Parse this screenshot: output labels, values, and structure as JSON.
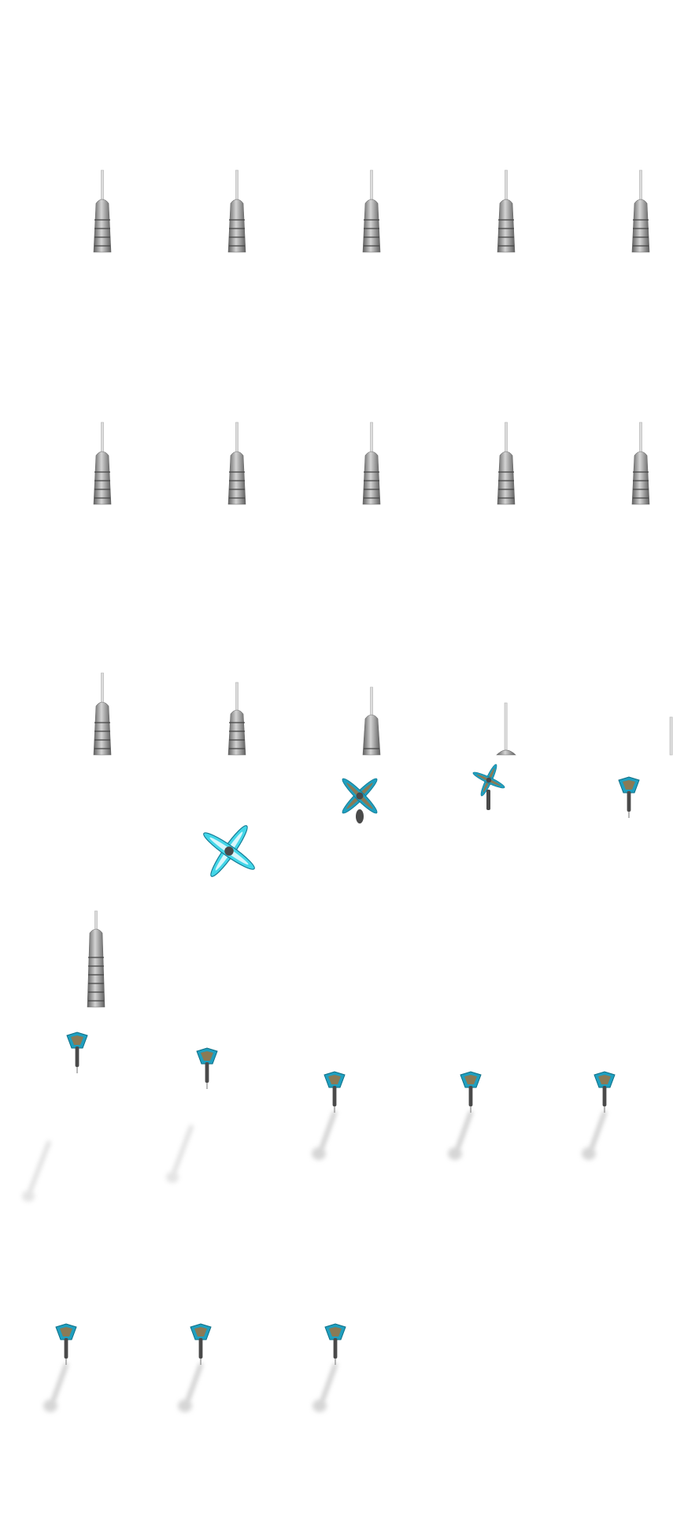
{
  "sheet": {
    "kind": "dart-sprite-sheet",
    "columns": 5,
    "rows": 6,
    "frame_count": 28
  },
  "colors": {
    "barrel_light": "#d4d4d4",
    "barrel_mid": "#9a9a9a",
    "barrel_dark": "#5e5e5e",
    "ring": "#444444",
    "needle": "#dcdcdc",
    "flight_edge": "#1f9fbf",
    "flight_edge_light": "#43d6e8",
    "flight_core": "#8a7a55",
    "shaft": "#4a4a4a",
    "shadow": "#cfcfcf"
  },
  "frames": [
    {
      "kind": "barrel-back",
      "icon": "dart-barrel-back-icon"
    },
    {
      "kind": "barrel-back",
      "icon": "dart-barrel-back-icon"
    },
    {
      "kind": "barrel-back",
      "icon": "dart-barrel-back-icon"
    },
    {
      "kind": "barrel-back",
      "icon": "dart-barrel-back-icon"
    },
    {
      "kind": "barrel-back",
      "icon": "dart-barrel-back-icon"
    },
    {
      "kind": "barrel-back",
      "icon": "dart-barrel-back-icon"
    },
    {
      "kind": "barrel-back",
      "icon": "dart-barrel-back-icon"
    },
    {
      "kind": "barrel-back",
      "icon": "dart-barrel-back-icon"
    },
    {
      "kind": "barrel-back",
      "icon": "dart-barrel-back-icon"
    },
    {
      "kind": "barrel-back",
      "icon": "dart-barrel-back-icon"
    },
    {
      "kind": "barrel-back",
      "icon": "dart-barrel-back-icon"
    },
    {
      "kind": "barrel-back",
      "icon": "dart-barrel-back-icon"
    },
    {
      "kind": "barrel-back",
      "icon": "dart-barrel-back-icon"
    },
    {
      "kind": "barrel-rising-flight-spin",
      "icon": "dart-tumbling-flight-icon"
    },
    {
      "kind": "barrel-rising-flight-spin",
      "icon": "dart-tumbling-flight-icon"
    },
    {
      "kind": "barrel-rising-flight-spin",
      "icon": "dart-tumbling-flight-icon"
    },
    {
      "kind": "needle-flight-front",
      "icon": "dart-flight-front-icon"
    },
    {
      "kind": "barrel-tall",
      "icon": "dart-barrel-tall-icon"
    },
    {
      "kind": "flight-front",
      "icon": "dart-flight-front-icon"
    },
    {
      "kind": "flight-front-shadow",
      "icon": "dart-with-shadow-icon"
    },
    {
      "kind": "flight-front-shadow",
      "icon": "dart-with-shadow-icon"
    },
    {
      "kind": "flight-front-shadow",
      "icon": "dart-with-shadow-icon"
    },
    {
      "kind": "flight-front-shadow",
      "icon": "dart-with-shadow-icon"
    },
    {
      "kind": "flight-front-shadow",
      "icon": "dart-with-shadow-icon"
    },
    {
      "kind": "flight-front-shadow",
      "icon": "dart-with-shadow-icon"
    },
    {
      "kind": "flight-front-shadow",
      "icon": "dart-with-shadow-icon"
    },
    {
      "kind": "flight-front-shadow",
      "icon": "dart-with-shadow-icon"
    },
    {
      "kind": "flight-front-shadow",
      "icon": "dart-with-shadow-icon"
    }
  ]
}
